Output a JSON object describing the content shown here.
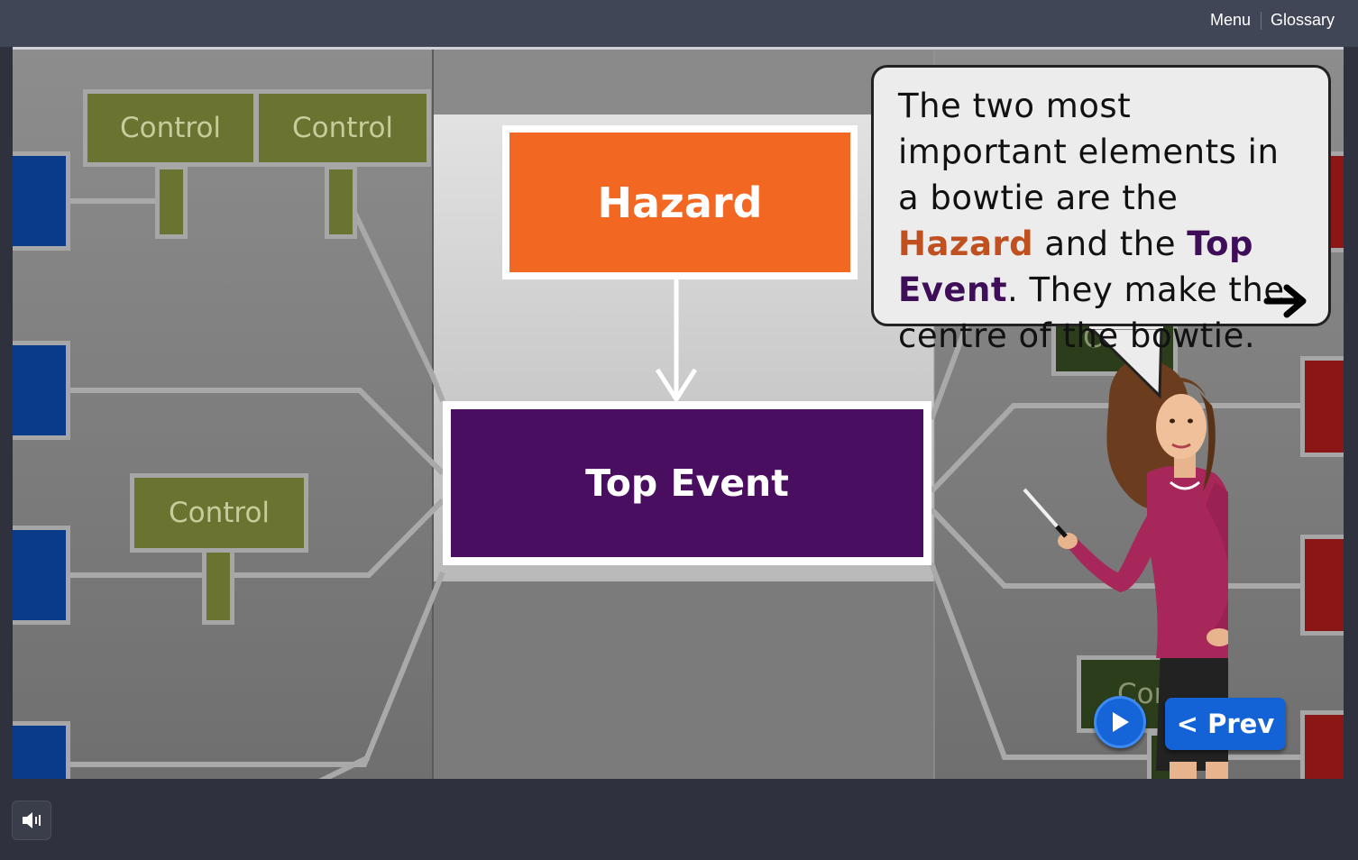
{
  "topnav": {
    "menu": "Menu",
    "glossary": "Glossary"
  },
  "diagram": {
    "hazard": "Hazard",
    "top_event": "Top Event",
    "controls_left": [
      "Control",
      "Control",
      "Control"
    ],
    "controls_right_partial": [
      "C     rol",
      "Con"
    ]
  },
  "bubble": {
    "part1": "The two most important elements in a bowtie are the ",
    "hazard": "Hazard",
    "part2": " and the ",
    "top_event": "Top Event",
    "part3": ". They make the centre of the bowtie."
  },
  "nav": {
    "prev_label": "< Prev",
    "play_icon": "play-icon",
    "next_icon": "arrow-right-icon"
  },
  "footer": {
    "volume_icon": "volume-icon"
  },
  "colors": {
    "hazard": "#f26722",
    "top_event": "#4a0e61",
    "control": "#6a732f",
    "threat": "#0a3a8a",
    "consequence": "#8a1616",
    "button": "#1463d6"
  }
}
